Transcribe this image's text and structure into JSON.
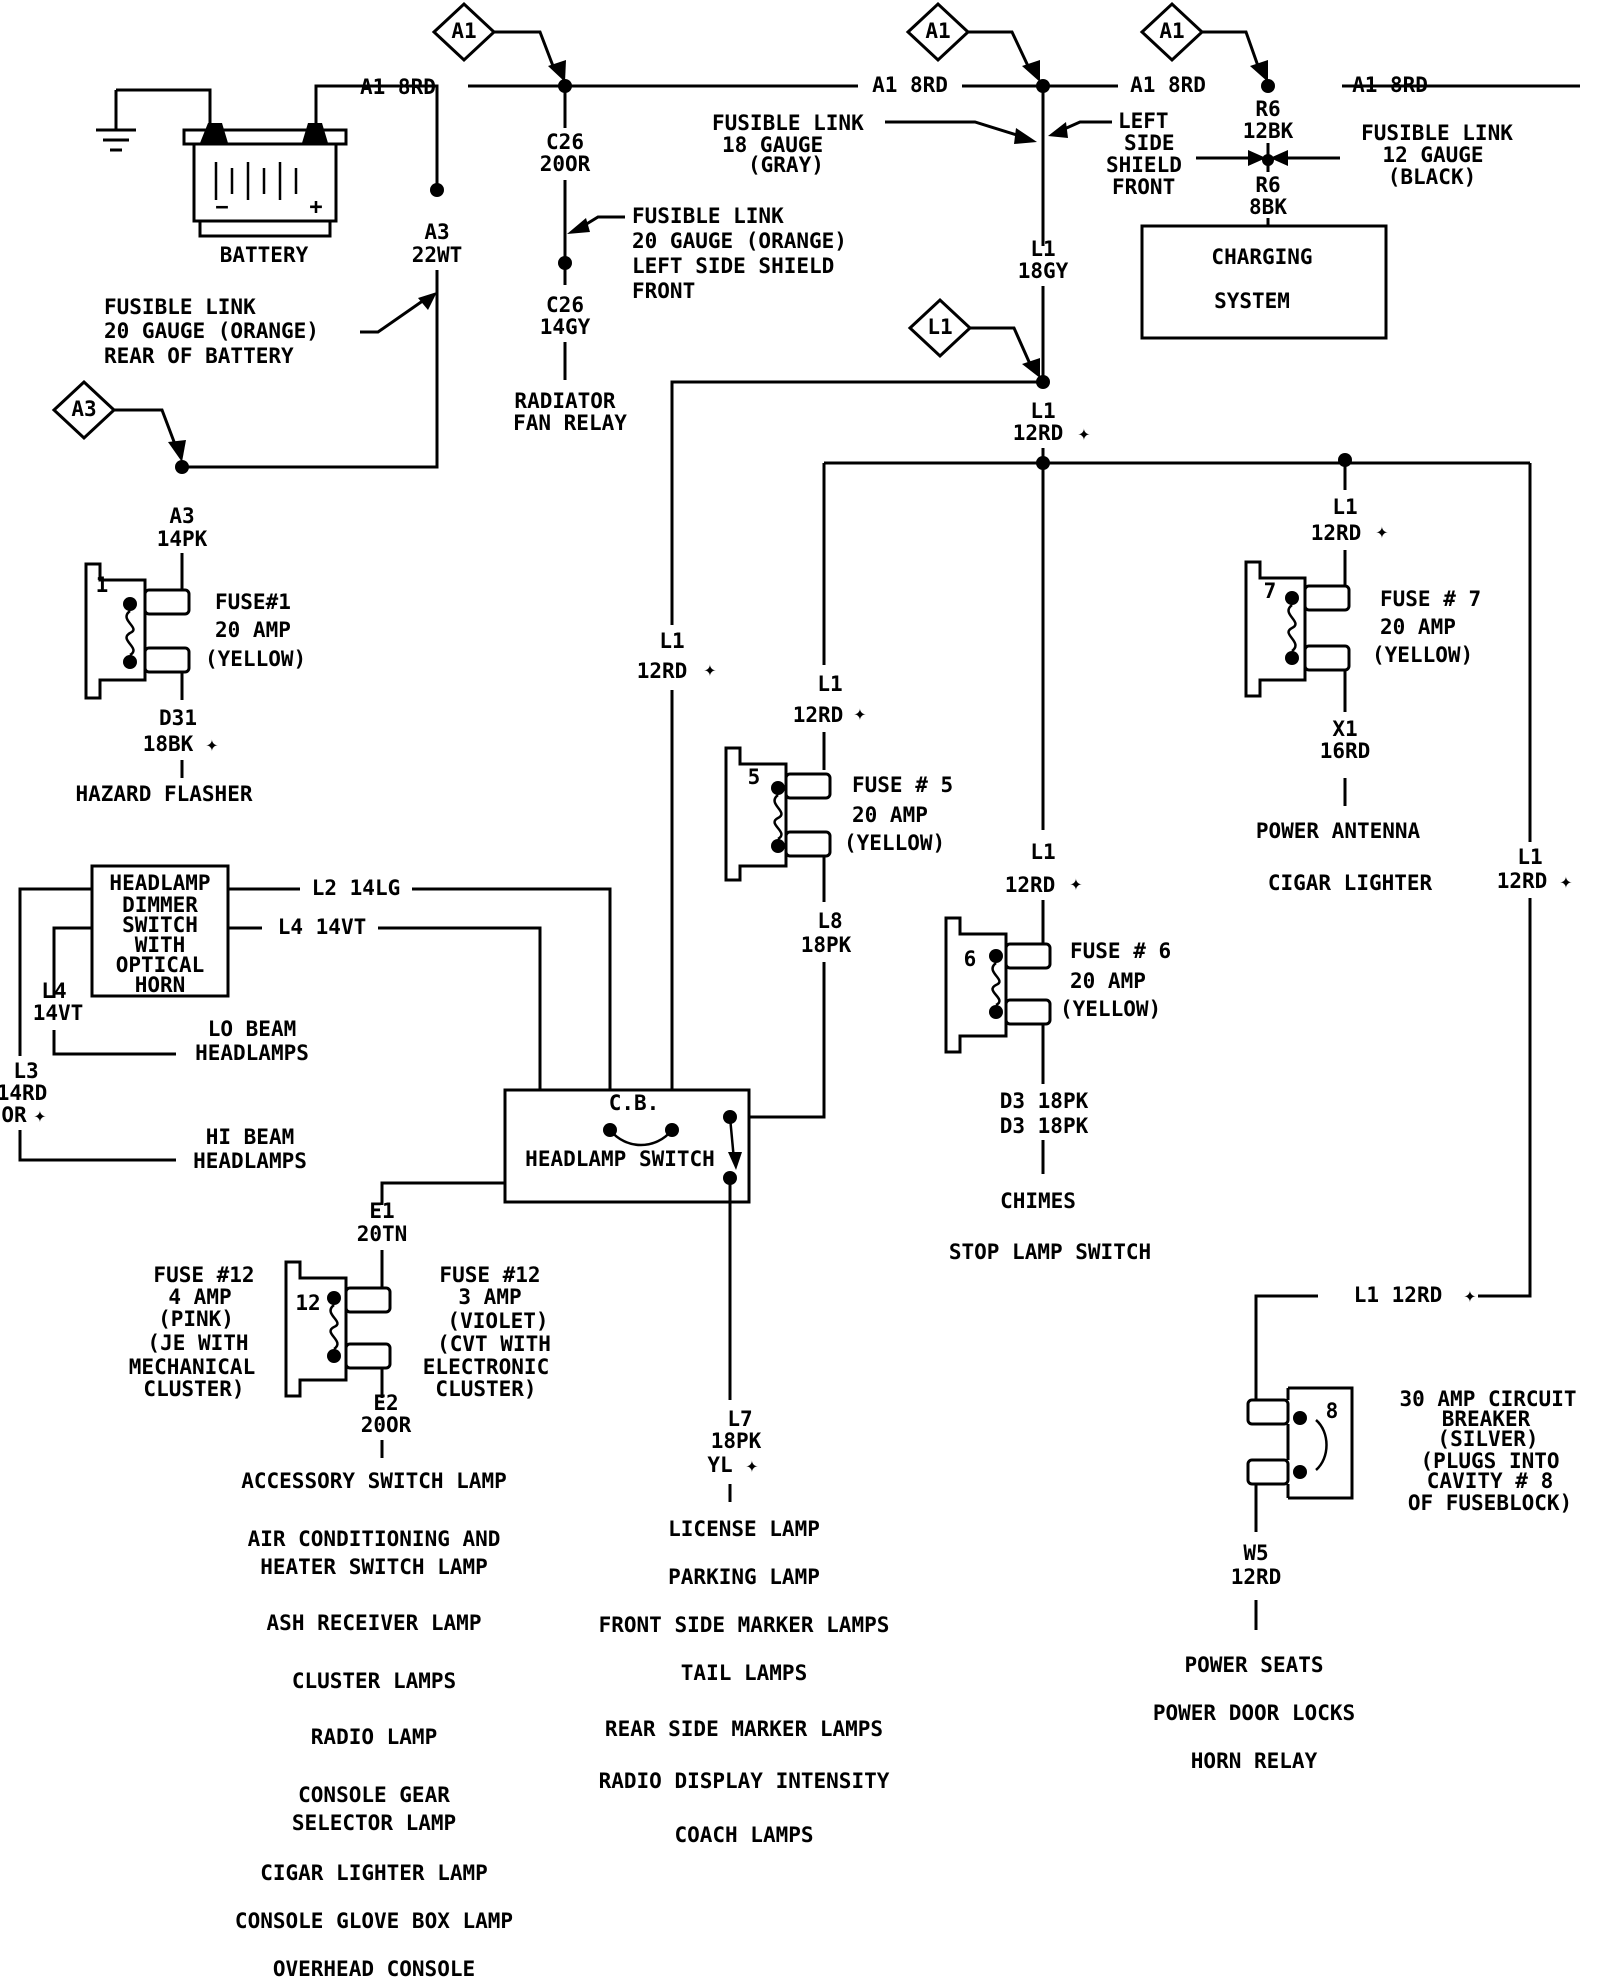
{
  "labels": {
    "battery": "BATTERY",
    "fl_battery_1": "FUSIBLE LINK",
    "fl_battery_2": "20 GAUGE  (ORANGE)",
    "fl_battery_3": "REAR OF BATTERY",
    "a1_8rd": "A1 8RD",
    "a3": "A3",
    "a3_22wt": "22WT",
    "a3_14pk": "14PK",
    "c26": "C26",
    "c26_20or": "20OR",
    "c26_14gy": "14GY",
    "fl_c26_1": "FUSIBLE LINK",
    "fl_c26_2": "20 GAUGE  (ORANGE)",
    "fl_c26_3": "LEFT SIDE SHIELD",
    "fl_c26_4": "FRONT",
    "radiator_1": "RADIATOR",
    "radiator_2": "FAN RELAY",
    "fl_gray_1": "FUSIBLE LINK",
    "fl_gray_2": "18 GAUGE",
    "fl_gray_3": "(GRAY)",
    "lss_1": "LEFT",
    "lss_2": "SIDE",
    "lss_3": "SHIELD",
    "lss_4": "FRONT",
    "r6": "R6",
    "r6_12bk": "12BK",
    "r6_8bk": "8BK",
    "fl_black_1": "FUSIBLE LINK",
    "fl_black_2": "12 GAUGE",
    "fl_black_3": "(BLACK)",
    "charging_1": "CHARGING",
    "charging_2": "SYSTEM",
    "l1": "L1",
    "l1_18gy": "18GY",
    "l1_12rd": "12RD",
    "fuse1_num": "1",
    "fuse1_1": "FUSE#1",
    "fuse1_2": "20 AMP",
    "fuse1_3": "(YELLOW)",
    "d31": "D31",
    "d31_18bk": "18BK",
    "hazard": "HAZARD FLASHER",
    "fuse5_num": "5",
    "fuse5_1": "FUSE # 5",
    "fuse5_2": "20 AMP",
    "fuse5_3": "(YELLOW)",
    "l8": "L8",
    "l8_18pk": "18PK",
    "fuse6_num": "6",
    "fuse6_1": "FUSE # 6",
    "fuse6_2": "20 AMP",
    "fuse6_3": "(YELLOW)",
    "d3_18pk": "D3  18PK",
    "chimes": "CHIMES",
    "stop_lamp": "STOP LAMP SWITCH",
    "fuse7_num": "7",
    "fuse7_1": "FUSE # 7",
    "fuse7_2": "20 AMP",
    "fuse7_3": "(YELLOW)",
    "x1": "X1",
    "x1_16rd": "16RD",
    "power_antenna": "POWER ANTENNA",
    "cigar_lighter": "CIGAR LIGHTER",
    "dimmer_1": "HEADLAMP",
    "dimmer_2": "DIMMER",
    "dimmer_3": "SWITCH",
    "dimmer_4": "WITH",
    "dimmer_5": "OPTICAL",
    "dimmer_6": "HORN",
    "l2_14lg": "L2 14LG",
    "l4_14vt": "L4 14VT",
    "l4": "L4",
    "l4_14vt_b": "14VT",
    "lo_beam_1": "LO BEAM",
    "lo_beam_2": "HEADLAMPS",
    "l3": "L3",
    "l3_14rd": "14RD",
    "l3_or": "OR",
    "hi_beam_1": "HI BEAM",
    "hi_beam_2": "HEADLAMPS",
    "cb": "C.B.",
    "headlamp_switch": "HEADLAMP SWITCH",
    "e1": "E1",
    "e1_20tn": "20TN",
    "e2": "E2",
    "e2_20or": "20OR",
    "fuse12_num": "12",
    "fuse12a_1": "FUSE #12",
    "fuse12a_2": "4 AMP",
    "fuse12a_3": "(PINK)",
    "fuse12a_4": "(JE WITH",
    "fuse12a_5": "MECHANICAL",
    "fuse12a_6": "CLUSTER)",
    "fuse12b_1": "FUSE #12",
    "fuse12b_2": "3 AMP",
    "fuse12b_3": "(VIOLET)",
    "fuse12b_4": "(CVT WITH",
    "fuse12b_5": "ELECTRONIC",
    "fuse12b_6": "CLUSTER)",
    "l7": "L7",
    "l7_18pk": "18PK",
    "l7_yl": "YL",
    "cb30_1": "30 AMP CIRCUIT",
    "cb30_2": "BREAKER",
    "cb30_3": "(SILVER)",
    "cb30_4": "(PLUGS INTO",
    "cb30_5": "CAVITY # 8",
    "cb30_6": "OF FUSEBLOCK)",
    "cb30_num": "8",
    "l1_12rd_h": "L1  12RD",
    "w5": "W5",
    "w5_12rd": "12RD",
    "connector_a1": "A1",
    "connector_a3": "A3",
    "connector_l1": "L1"
  },
  "accessory_loads": [
    "ACCESSORY SWITCH LAMP",
    "AIR CONDITIONING AND",
    "HEATER SWITCH LAMP",
    "ASH RECEIVER LAMP",
    "CLUSTER LAMPS",
    "RADIO LAMP",
    "CONSOLE GEAR",
    "SELECTOR LAMP",
    "CIGAR LIGHTER LAMP",
    "CONSOLE GLOVE BOX LAMP",
    "OVERHEAD CONSOLE"
  ],
  "lamp_loads": [
    "LICENSE LAMP",
    "PARKING LAMP",
    "FRONT SIDE MARKER LAMPS",
    "TAIL LAMPS",
    "REAR SIDE MARKER LAMPS",
    "RADIO DISPLAY INTENSITY",
    "COACH LAMPS"
  ],
  "cb_loads": [
    "POWER SEATS",
    "POWER DOOR LOCKS",
    "HORN RELAY"
  ]
}
